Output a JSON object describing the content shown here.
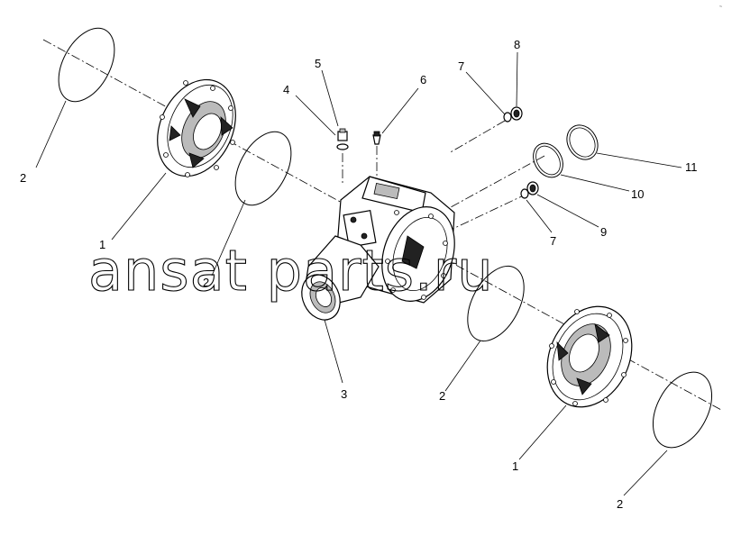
{
  "watermark": "ansat parts.ru",
  "corner_code": "~",
  "callouts": [
    {
      "id": "c1a",
      "text": "2"
    },
    {
      "id": "c1b",
      "text": "1"
    },
    {
      "id": "c2",
      "text": "2"
    },
    {
      "id": "c3",
      "text": "3"
    },
    {
      "id": "c4",
      "text": "4"
    },
    {
      "id": "c5",
      "text": "5"
    },
    {
      "id": "c6",
      "text": "6"
    },
    {
      "id": "c7a",
      "text": "7"
    },
    {
      "id": "c8",
      "text": "8"
    },
    {
      "id": "c11",
      "text": "11"
    },
    {
      "id": "c10",
      "text": "10"
    },
    {
      "id": "c9",
      "text": "9"
    },
    {
      "id": "c7b",
      "text": "7"
    },
    {
      "id": "c2b",
      "text": "2"
    },
    {
      "id": "c1c",
      "text": "1"
    },
    {
      "id": "c2c",
      "text": "2"
    }
  ]
}
